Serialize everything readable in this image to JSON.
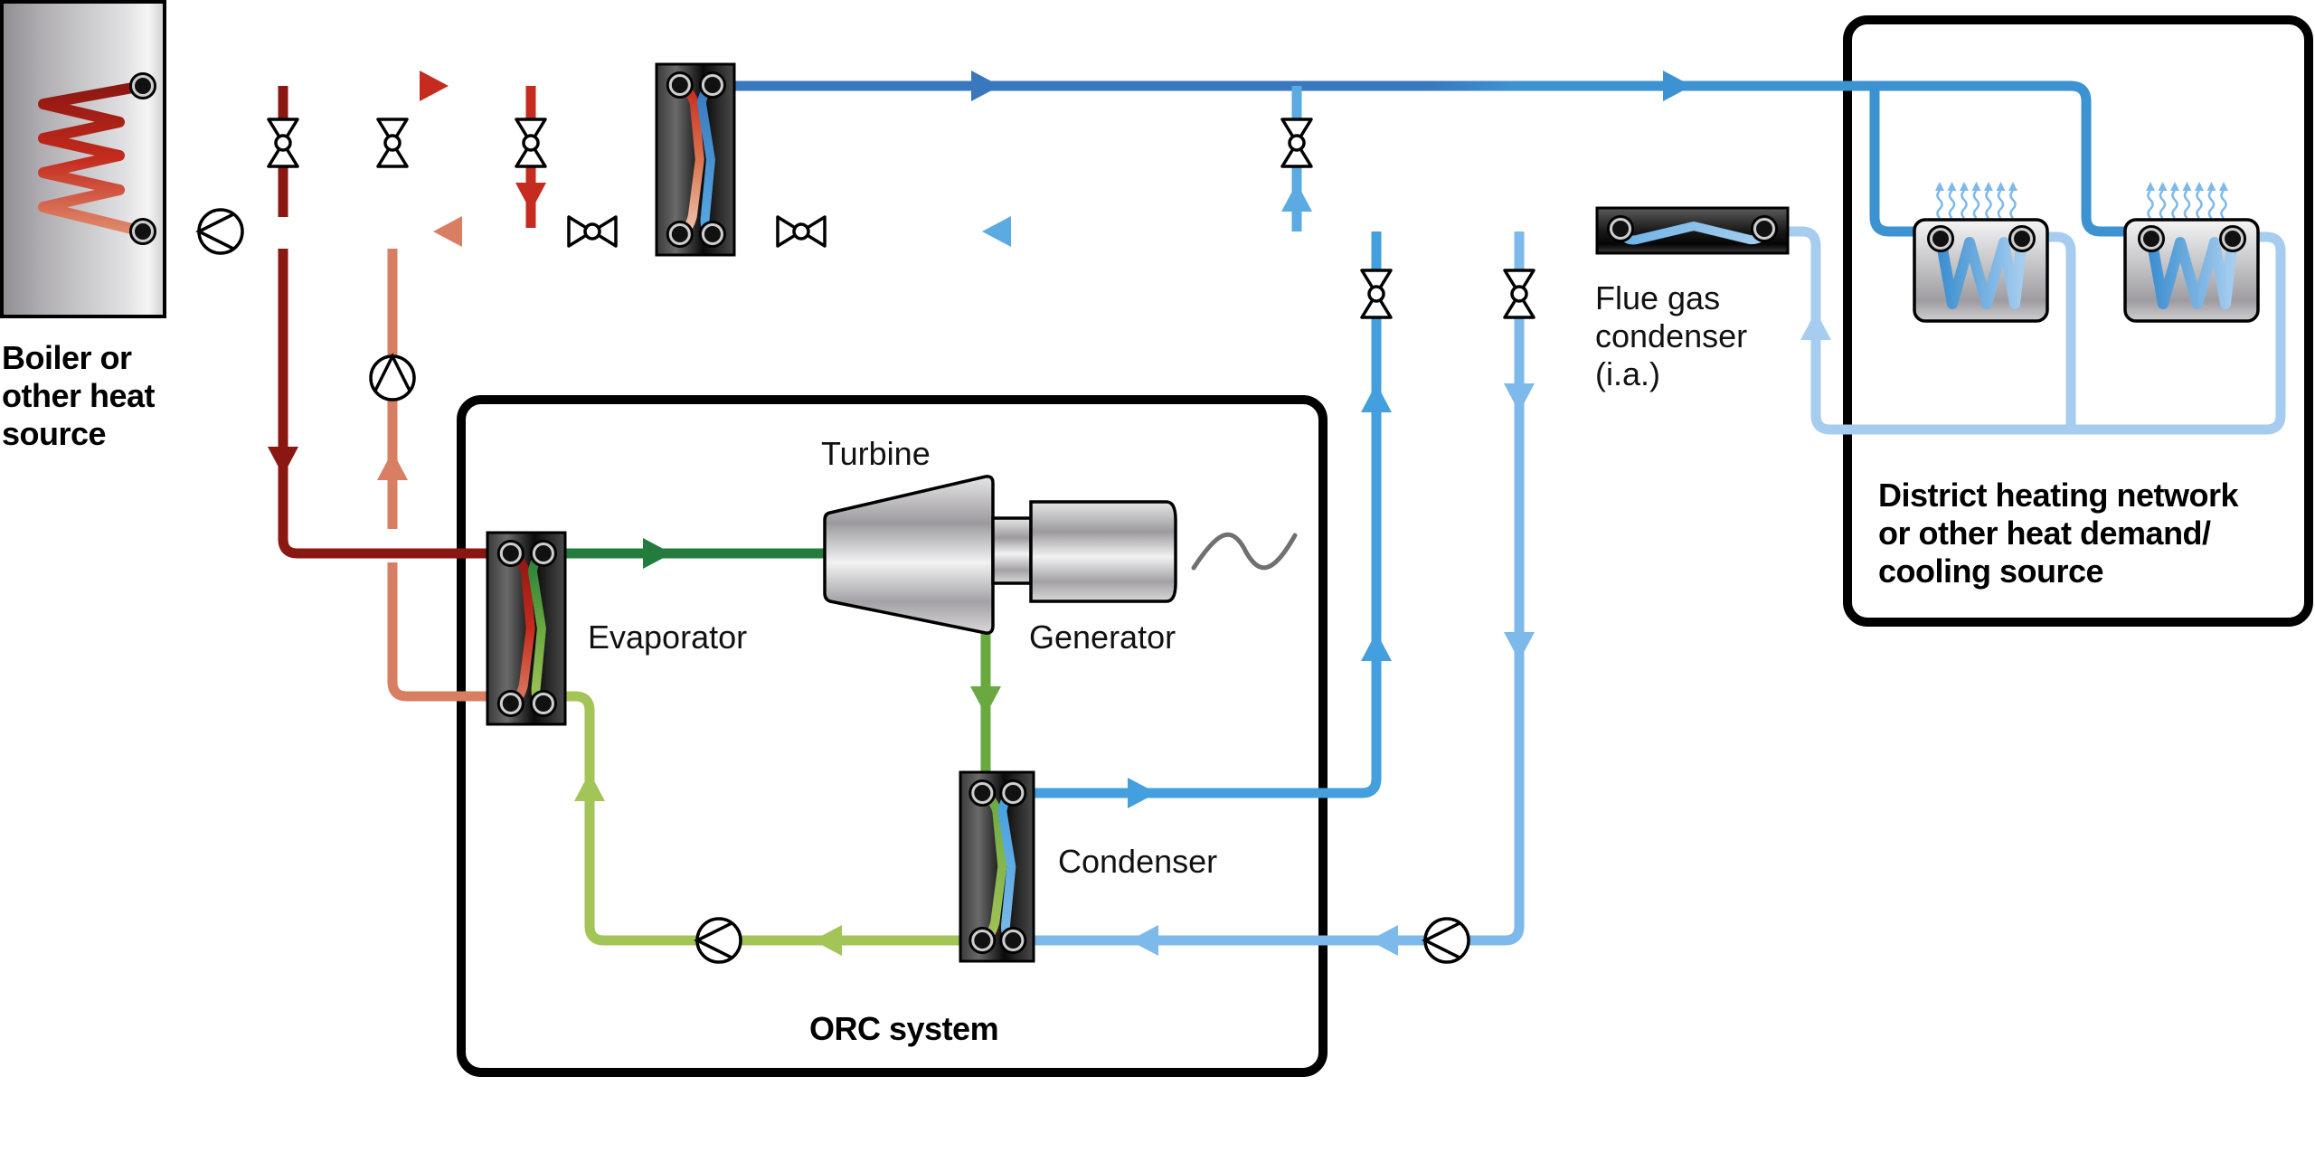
{
  "title": "ORC system integrated between heat source and district heating network",
  "labels": {
    "boiler": [
      "Boiler or",
      "other heat",
      "source"
    ],
    "district": [
      "District heating network",
      "or other heat demand/",
      "cooling source"
    ],
    "flue_gas": [
      "Flue gas",
      "condenser",
      "(i.a.)"
    ],
    "turbine": "Turbine",
    "generator": "Generator",
    "evaporator": "Evaporator",
    "condenser": "Condenser",
    "orc": "ORC system"
  },
  "components": {
    "boiler": "boiler-heat-source",
    "heat_exchanger_main": "plate-heat-exchanger",
    "evaporator": "plate-heat-exchanger",
    "condenser": "plate-heat-exchanger",
    "turbine": "turbine",
    "generator": "generator",
    "flue_gas_condenser": "flue-gas-condenser",
    "radiators": 2,
    "pumps": 4,
    "valves": 8
  },
  "colors": {
    "hot_dark": "#8B1712",
    "hot": "#C52B1E",
    "hot_return": "#D87F63",
    "hot_return_light": "#EDC0AA",
    "blue_dark": "#3A78BD",
    "blue": "#3D92D2",
    "blue_mid": "#439FDD",
    "blue_return": "#5BAAE2",
    "blue_light": "#7DB9EA",
    "blue_lighter": "#A6CDEF",
    "green_dark": "#247C3C",
    "green": "#6AA840",
    "green_light": "#A3C457",
    "ac_signal": "#707070"
  }
}
